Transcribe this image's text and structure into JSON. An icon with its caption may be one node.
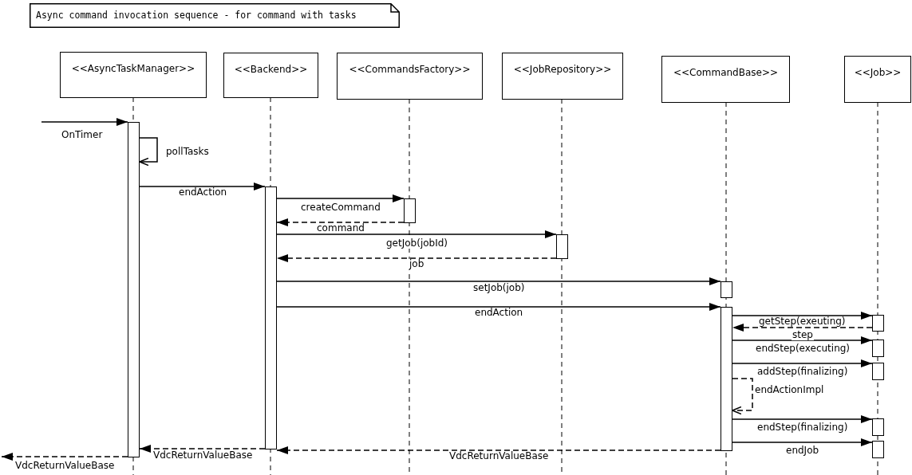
{
  "diagram": {
    "title": "Async command invocation sequence - for command with tasks",
    "nodes": [
      {
        "text": [
          "<<AsyncTaskManager>>"
        ]
      },
      {
        "text": [
          "<<Backend>>"
        ]
      },
      {
        "text": [
          "<<CommandsFactory>>"
        ]
      },
      {
        "text": [
          "<<JobRepository>>"
        ]
      },
      {
        "text": [
          "<<CommandBase>>"
        ]
      },
      {
        "text": [
          "<<Job>>"
        ]
      },
      {
        "text": [],
        "shape": "bar"
      },
      {
        "text": [],
        "shape": "bar"
      },
      {
        "text": [],
        "shape": "bar"
      },
      {
        "text": [],
        "shape": "bar"
      },
      {
        "text": [],
        "shape": "bar"
      },
      {
        "text": [],
        "shape": "bar"
      },
      {
        "text": [],
        "shape": "bar"
      },
      {
        "text": [],
        "shape": "bar"
      },
      {
        "text": [],
        "shape": "bar"
      },
      {
        "text": [],
        "shape": "bar"
      },
      {
        "text": [],
        "shape": "bar"
      }
    ],
    "edges": [
      {
        "from": null,
        "to": 6,
        "arrow": "to",
        "label": "OnTimer"
      },
      {
        "from": 6,
        "to": 6,
        "arrow": "to",
        "label": "pollTasks"
      },
      {
        "from": 6,
        "to": 7,
        "arrow": "to",
        "label": "endAction"
      },
      {
        "from": 7,
        "to": 8,
        "arrow": "to",
        "label": "createCommand"
      },
      {
        "from": 8,
        "to": 7,
        "arrow": "to",
        "label": "command",
        "style": "dashed"
      },
      {
        "from": 7,
        "to": 9,
        "arrow": "to",
        "label": "getJob(jobId)"
      },
      {
        "from": 9,
        "to": 7,
        "arrow": "to",
        "label": "job",
        "style": "dashed"
      },
      {
        "from": 7,
        "to": 10,
        "arrow": "to",
        "label": "setJob(job)"
      },
      {
        "from": 7,
        "to": 11,
        "arrow": "to",
        "label": "endAction"
      },
      {
        "from": 11,
        "to": 12,
        "arrow": "to",
        "label": "getStep(exeuting)"
      },
      {
        "from": 12,
        "to": 11,
        "arrow": "to",
        "label": "step",
        "style": "dashed"
      },
      {
        "from": 11,
        "to": 13,
        "arrow": "to",
        "label": "endStep(executing)"
      },
      {
        "from": 11,
        "to": 14,
        "arrow": "to",
        "label": "addStep(finalizing)"
      },
      {
        "from": 11,
        "to": 11,
        "arrow": "to",
        "label": "endActionImpl",
        "style": "dashed"
      },
      {
        "from": 11,
        "to": 15,
        "arrow": "to",
        "label": "endStep(finalizing)"
      },
      {
        "from": 11,
        "to": 16,
        "arrow": "to",
        "label": "endJob"
      },
      {
        "from": 7,
        "to": 6,
        "arrow": "to",
        "label": "VdcReturnValueBase",
        "style": "dashed"
      },
      {
        "from": 11,
        "to": 7,
        "arrow": "to",
        "label": "VdcReturnValueBase",
        "style": "dashed"
      },
      {
        "from": 6,
        "to": null,
        "arrow": "to",
        "label": "VdcReturnValueBase",
        "style": "dashed"
      }
    ]
  }
}
